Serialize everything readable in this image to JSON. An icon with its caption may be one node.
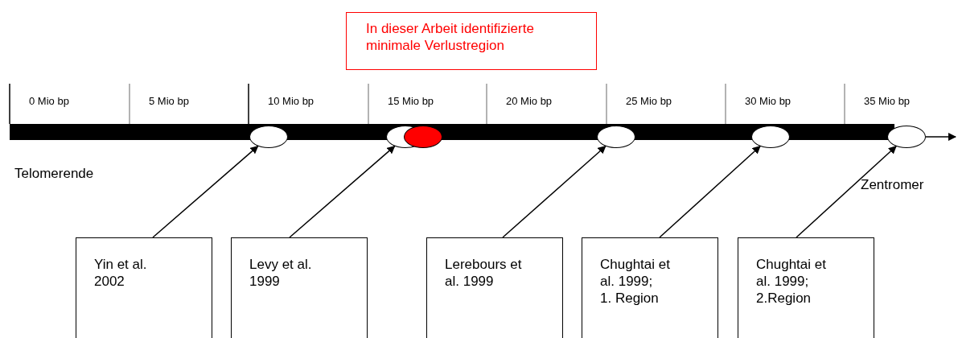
{
  "diagram": {
    "nodes": [
      {
        "text": [
          "In dieser Arbeit identifizierte minimale Verlustregion"
        ]
      },
      {
        "text": [],
        "shape": "bar"
      },
      {
        "text": [],
        "shape": "ellipse"
      },
      {
        "text": [],
        "shape": "ellipse"
      },
      {
        "text": [],
        "shape": "ellipse"
      },
      {
        "text": [],
        "shape": "ellipse"
      },
      {
        "text": [],
        "shape": "ellipse"
      },
      {
        "text": [],
        "shape": "ellipse"
      },
      {
        "text": [
          "Yin et al. 2002"
        ]
      },
      {
        "text": [
          "Levy et al. 1999"
        ]
      },
      {
        "text": [
          "Lerebours et al. 1999"
        ]
      },
      {
        "text": [
          "Chughtai et al. 1999;",
          "1. Region"
        ]
      },
      {
        "text": [
          "Chughtai et al. 1999;",
          "2.Region"
        ]
      }
    ],
    "edges": [
      {
        "from": 8,
        "to": 2,
        "arrow": "to"
      },
      {
        "from": 9,
        "to": 3,
        "arrow": "to"
      },
      {
        "from": 10,
        "to": 5,
        "arrow": "to"
      },
      {
        "from": 11,
        "to": 6,
        "arrow": "to"
      },
      {
        "from": 12,
        "to": 7,
        "arrow": "to"
      },
      {
        "from": 7,
        "to": null,
        "arrow": "to"
      }
    ],
    "labels": [
      "0 Mio bp",
      "5 Mio bp",
      "10 Mio bp",
      "15 Mio bp",
      "20 Mio bp",
      "25 Mio bp",
      "30 Mio bp",
      "35 Mio bp",
      "Telomerende",
      "Zentromer"
    ]
  }
}
